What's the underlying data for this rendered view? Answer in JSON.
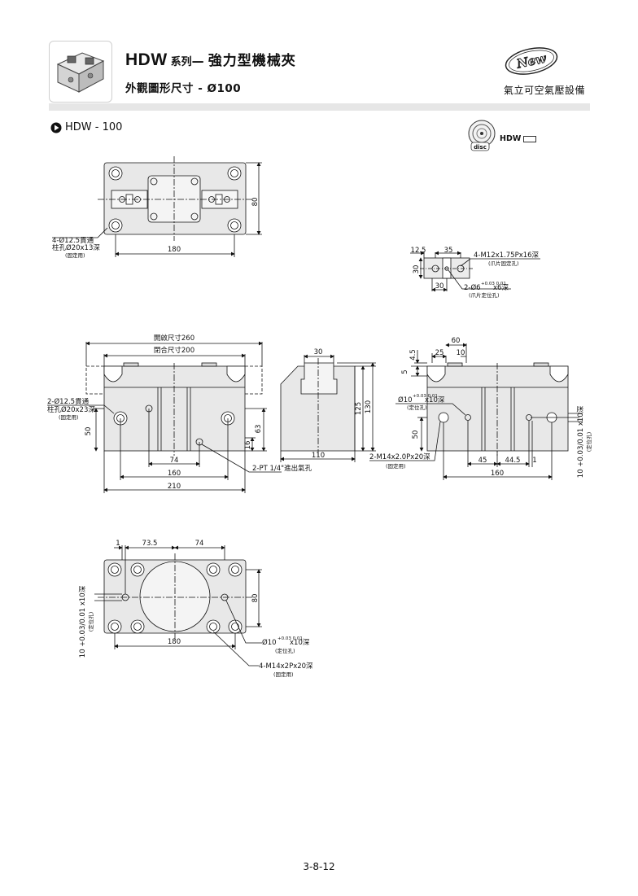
{
  "header": {
    "series_code": "HDW",
    "series_word": "系列",
    "title": "強力型機械夾",
    "subtitle": "外觀圖形尺寸 - Ø100",
    "new_badge": "New",
    "company": "氣立可空氣壓設備"
  },
  "model": {
    "label": "HDW - 100",
    "disc_label": "disc",
    "disc_hdw": "HDW"
  },
  "top_view": {
    "dim_height": "80",
    "dim_width": "180",
    "hole_note_1": "4-Ø12.5貫通",
    "hole_note_2": "柱孔Ø20x13深",
    "hole_note_3": "(固定用)"
  },
  "jaw_detail": {
    "dim_12_5": "12.5",
    "dim_35": "35",
    "dim_30_v": "30",
    "dim_30_h": "30",
    "tap_note": "4-M12x1.75Px16深",
    "tap_sub": "(爪片固定孔)",
    "pin_note": "2-Ø6",
    "pin_tol": "+0.03 0.01",
    "pin_tail": "x6深",
    "pin_sub": "(爪片定位孔)"
  },
  "front_view": {
    "open_dim": "開啟尺寸260",
    "closed_dim": "閉合尺寸200",
    "hole_note_1": "2-Ø12.5貫通",
    "hole_note_2": "柱孔Ø20x23深",
    "hole_note_3": "(固定用)",
    "dim_50": "50",
    "dim_63": "63",
    "dim_16": "16",
    "dim_74": "74",
    "dim_160": "160",
    "dim_210": "210",
    "port_note": "2-PT 1/4\"進出氣孔"
  },
  "side_view": {
    "dim_30": "30",
    "dim_125": "125",
    "dim_130": "130",
    "dim_110": "110"
  },
  "rear_view": {
    "dim_60": "60",
    "dim_25": "25",
    "dim_10": "10",
    "dim_4_5": "4.5",
    "dim_5": "5",
    "dim_50": "50",
    "dim_45": "45",
    "dim_44_5": "44.5",
    "dim_1": "1",
    "dim_160": "160",
    "pin_note": "Ø10",
    "pin_tol": "+0.03 0.01",
    "pin_tail": "x10深",
    "pin_sub": "(定位孔)",
    "tap_note": "2-M14x2.0Px20深",
    "tap_sub": "(固定用)",
    "vert_note": "10 +0.03/0.01 x10深",
    "vert_sub": "(定位孔)"
  },
  "bottom_view": {
    "dim_1": "1",
    "dim_73_5": "73.5",
    "dim_74": "74",
    "dim_80": "80",
    "dim_180": "180",
    "vert_note": "10 +0.03/0.01 x10深",
    "vert_sub": "(定位孔)",
    "pin_note": "Ø10",
    "pin_tol": "+0.03 0.01",
    "pin_tail": "x10深",
    "pin_sub": "(定位孔)",
    "tap_note": "4-M14x2Px20深",
    "tap_sub": "(固定用)"
  },
  "footer": {
    "page_number": "3-8-12"
  }
}
